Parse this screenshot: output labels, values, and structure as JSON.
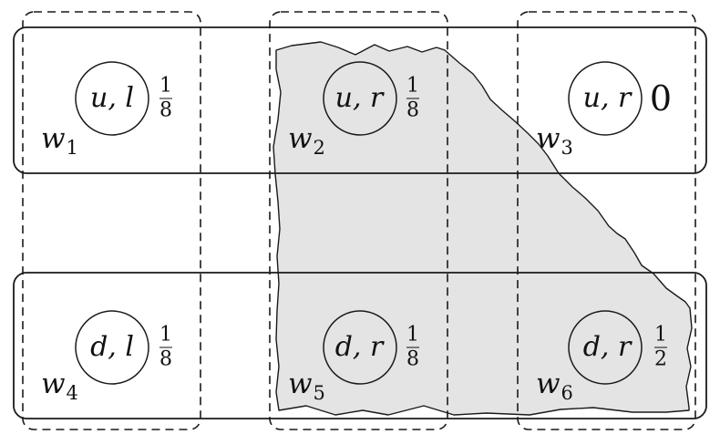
{
  "colors": {
    "shade": "#e4e4e4",
    "stroke": "#1a1a1a"
  },
  "worlds": [
    {
      "name": "w",
      "sub": "1",
      "action": "u, l",
      "prob_num": "1",
      "prob_den": "8"
    },
    {
      "name": "w",
      "sub": "2",
      "action": "u, r",
      "prob_num": "1",
      "prob_den": "8"
    },
    {
      "name": "w",
      "sub": "3",
      "action": "u, r",
      "prob_value": "0"
    },
    {
      "name": "w",
      "sub": "4",
      "action": "d, l",
      "prob_num": "1",
      "prob_den": "8"
    },
    {
      "name": "w",
      "sub": "5",
      "action": "d, r",
      "prob_num": "1",
      "prob_den": "8"
    },
    {
      "name": "w",
      "sub": "6",
      "action": "d, r",
      "prob_num": "1",
      "prob_den": "2"
    }
  ]
}
